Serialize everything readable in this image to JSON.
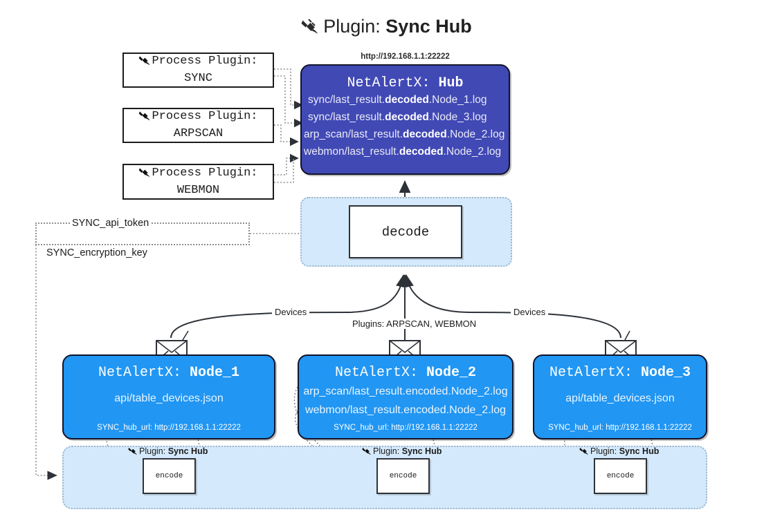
{
  "title": {
    "icon": "plug-icon",
    "prefix": "Plugin: ",
    "name": "Sync Hub"
  },
  "process_plugins": [
    {
      "icon": "plug-icon",
      "line1": "Process Plugin:",
      "line2": "SYNC"
    },
    {
      "icon": "plug-icon",
      "line1": "Process Plugin:",
      "line2": "ARPSCAN"
    },
    {
      "icon": "plug-icon",
      "line1": "Process Plugin:",
      "line2": "WEBMON"
    }
  ],
  "hub": {
    "url": "http://192.168.1.1:22222",
    "title_prefix": "NetAlertX: ",
    "title_name": "Hub",
    "logs": [
      {
        "pre": "sync/last_result.",
        "mid": "decoded",
        "post": ".Node_1.log"
      },
      {
        "pre": "sync/last_result.",
        "mid": "decoded",
        "post": ".Node_3.log"
      },
      {
        "pre": "arp_scan/last_result.",
        "mid": "decoded",
        "post": ".Node_2.log"
      },
      {
        "pre": "webmon/last_result.",
        "mid": "decoded",
        "post": ".Node_2.log"
      }
    ]
  },
  "decode": {
    "label": "decode"
  },
  "secrets": {
    "api_token": "SYNC_api_token",
    "encryption_key": "SYNC_encryption_key"
  },
  "edge_labels": {
    "devices_left": "Devices",
    "devices_right": "Devices",
    "plugins_center": "Plugins: ARPSCAN, WEBMON"
  },
  "nodes": [
    {
      "title_prefix": "NetAlertX: ",
      "title_name": "Node_1",
      "lines": [
        "api/table_devices.json"
      ],
      "footer": "SYNC_hub_url: http://192.168.1.1:22222",
      "envelope_icon": "envelope-icon"
    },
    {
      "title_prefix": "NetAlertX: ",
      "title_name": "Node_2",
      "lines": [
        "arp_scan/last_result.encoded.Node_2.log",
        "webmon/last_result.encoded.Node_2.log"
      ],
      "footer": "SYNC_hub_url: http://192.168.1.1:22222",
      "envelope_icon": "envelope-icon"
    },
    {
      "title_prefix": "NetAlertX: ",
      "title_name": "Node_3",
      "lines": [
        "api/table_devices.json"
      ],
      "footer": "SYNC_hub_url: http://192.168.1.1:22222",
      "envelope_icon": "envelope-icon"
    }
  ],
  "plugin_groups": [
    {
      "icon": "plug-icon",
      "prefix": "Plugin: ",
      "name": "Sync Hub",
      "box_label": "encode"
    },
    {
      "icon": "plug-icon",
      "prefix": "Plugin: ",
      "name": "Sync Hub",
      "box_label": "encode"
    },
    {
      "icon": "plug-icon",
      "prefix": "Plugin: ",
      "name": "Sync Hub",
      "box_label": "encode"
    }
  ],
  "colors": {
    "hub_fill": "#4149b5",
    "node_fill": "#2196f3",
    "container_fill": "#d4e9fb",
    "container_border": "#9fb6c9",
    "stroke": "#2d3238",
    "background": "#ffffff"
  }
}
